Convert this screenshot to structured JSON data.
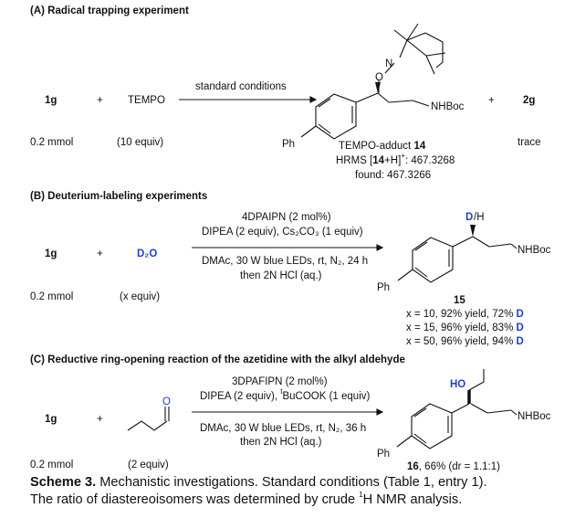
{
  "sectionA": {
    "title": "(A) Radical trapping experiment",
    "reactant1": "1g",
    "plus1": "+",
    "reagent": "TEMPO",
    "conditions": "standard conditions",
    "plus2": "+",
    "product2": "2g",
    "amount1": "0.2 mmol",
    "amount2": "(10 equiv)",
    "adduct_prefix": "TEMPO-adduct ",
    "adduct_number": "14",
    "hrms_prefix": "HRMS [",
    "hrms_bold": "14",
    "hrms_mid": "+H]",
    "hrms_sup": "+",
    "hrms_value": ": 467.3268",
    "found": "found: 467.3266",
    "trace": "trace",
    "atom_O": "O",
    "atom_N": "N",
    "group_nhboc": "NHBoc",
    "group_ph": "Ph"
  },
  "sectionB": {
    "title": "(B) Deuterium-labeling experiments",
    "reactant1": "1g",
    "plus1": "+",
    "reagent": "D₂O",
    "cond_line1": "4DPAIPN (2 mol%)",
    "cond_line2": "DIPEA (2 equiv), Cs₂CO₃ (1 equiv)",
    "cond_line3": "DMAc, 30 W blue LEDs, rt, N₂, 24 h",
    "cond_line4": "then 2N HCl (aq.)",
    "amount1": "0.2 mmol",
    "amount2": "(x equiv)",
    "product_number": "15",
    "label_D": "D",
    "label_H": "/H",
    "group_nhboc": "NHBoc",
    "group_ph": "Ph",
    "results": [
      {
        "prefix": "x = 10, 92% yield, 72% ",
        "d": "D"
      },
      {
        "prefix": "x = 15, 96% yield, 83% ",
        "d": "D"
      },
      {
        "prefix": "x = 50, 96% yield, 94% ",
        "d": "D"
      }
    ]
  },
  "sectionC": {
    "title": "(C) Reductive ring-opening reaction of the azetidine with the alkyl aldehyde",
    "reactant1": "1g",
    "plus1": "+",
    "atom_O": "O",
    "cond_line1": "3DPAFIPN (2 mol%)",
    "cond_line2_a": "DIPEA (2 equiv), ",
    "cond_line2_sup": "t",
    "cond_line2_b": "BuCOOK (1 equiv)",
    "cond_line3": "DMAc, 30 W blue LEDs, rt, N₂, 36 h",
    "cond_line4": "then 2N HCl (aq.)",
    "amount1": "0.2 mmol",
    "amount2": "(2 equiv)",
    "product_number": "16",
    "product_yield": ", 66% (dr = 1.1:1)",
    "label_HO": "HO",
    "group_nhboc": "NHBoc",
    "group_ph": "Ph"
  },
  "caption": {
    "label": "Scheme 3.",
    "line1": " Mechanistic investigations. Standard conditions (Table 1, entry 1).",
    "line2_a": "The ratio of diastereoisomers was determined by crude ",
    "line2_sup": "1",
    "line2_b": "H NMR analysis."
  },
  "colors": {
    "accent_blue": "#1f3fd1",
    "text": "#111111"
  }
}
